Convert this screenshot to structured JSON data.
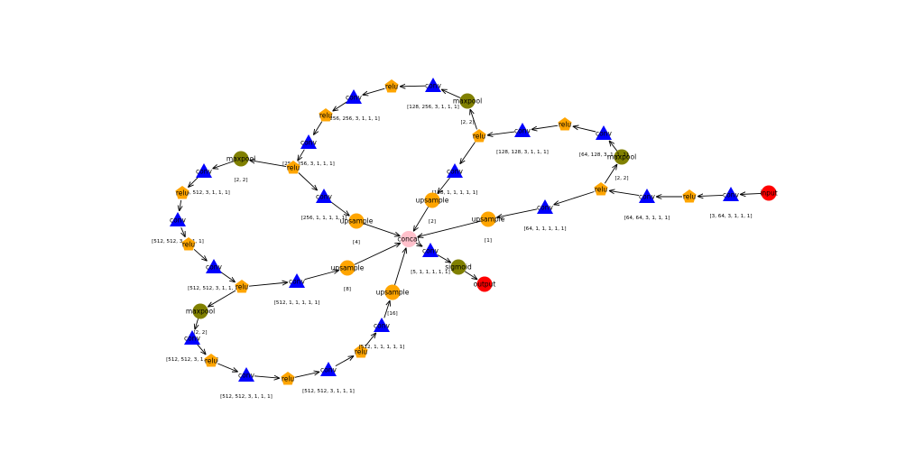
{
  "colors": {
    "input": "#ff0000",
    "output": "#ff0000",
    "conv": "#0000ff",
    "relu": "#ffa500",
    "maxpool": "#808000",
    "upsample": "#ffa500",
    "concat": "#ffc0cb",
    "sigmoid": "#808000"
  },
  "nodes": [
    {
      "id": "input",
      "type": "input",
      "label": "input",
      "sub": ""
    },
    {
      "id": "c1",
      "type": "conv",
      "label": "conv",
      "sub": "[3, 64, 3, 1, 1, 1]"
    },
    {
      "id": "r1",
      "type": "relu",
      "label": "relu",
      "sub": ""
    },
    {
      "id": "c2",
      "type": "conv",
      "label": "conv",
      "sub": "[64, 64, 3, 1, 1, 1]"
    },
    {
      "id": "r2",
      "type": "relu",
      "label": "relu",
      "sub": ""
    },
    {
      "id": "mp1",
      "type": "maxpool",
      "label": "maxpool",
      "sub": "[2, 2]"
    },
    {
      "id": "c3",
      "type": "conv",
      "label": "conv",
      "sub": "[64, 128, 3, 1, 1, 1]"
    },
    {
      "id": "r3",
      "type": "relu",
      "label": "relu",
      "sub": ""
    },
    {
      "id": "c4",
      "type": "conv",
      "label": "conv",
      "sub": "[128, 128, 3, 1, 1, 1]"
    },
    {
      "id": "r4",
      "type": "relu",
      "label": "relu",
      "sub": ""
    },
    {
      "id": "mp2",
      "type": "maxpool",
      "label": "maxpool",
      "sub": "[2, 2]"
    },
    {
      "id": "c5",
      "type": "conv",
      "label": "conv",
      "sub": "[128, 256, 3, 1, 1, 1]"
    },
    {
      "id": "r5",
      "type": "relu",
      "label": "relu",
      "sub": ""
    },
    {
      "id": "c6",
      "type": "conv",
      "label": "conv",
      "sub": "[256, 256, 3, 1, 1, 1]"
    },
    {
      "id": "r6",
      "type": "relu",
      "label": "relu",
      "sub": ""
    },
    {
      "id": "c7",
      "type": "conv",
      "label": "conv",
      "sub": "[256, 256, 3, 1, 1, 1]"
    },
    {
      "id": "r7",
      "type": "relu",
      "label": "relu",
      "sub": ""
    },
    {
      "id": "mp3",
      "type": "maxpool",
      "label": "maxpool",
      "sub": "[2, 2]"
    },
    {
      "id": "c8",
      "type": "conv",
      "label": "conv",
      "sub": "[256, 512, 3, 1, 1, 1]"
    },
    {
      "id": "r8",
      "type": "relu",
      "label": "relu",
      "sub": ""
    },
    {
      "id": "c9",
      "type": "conv",
      "label": "conv",
      "sub": "[512, 512, 3, 1, 1, 1]"
    },
    {
      "id": "r9",
      "type": "relu",
      "label": "relu",
      "sub": ""
    },
    {
      "id": "c10",
      "type": "conv",
      "label": "conv",
      "sub": "[512, 512, 3, 1, 1, 1]"
    },
    {
      "id": "r10",
      "type": "relu",
      "label": "relu",
      "sub": ""
    },
    {
      "id": "mp4",
      "type": "maxpool",
      "label": "maxpool",
      "sub": "[2, 2]"
    },
    {
      "id": "c11",
      "type": "conv",
      "label": "conv",
      "sub": "[512, 512, 3, 1, 1, 1]"
    },
    {
      "id": "r11",
      "type": "relu",
      "label": "relu",
      "sub": ""
    },
    {
      "id": "c12",
      "type": "conv",
      "label": "conv",
      "sub": "[512, 512, 3, 1, 1, 1]"
    },
    {
      "id": "r12",
      "type": "relu",
      "label": "relu",
      "sub": ""
    },
    {
      "id": "c13",
      "type": "conv",
      "label": "conv",
      "sub": "[512, 512, 3, 1, 1, 1]"
    },
    {
      "id": "r13",
      "type": "relu",
      "label": "relu",
      "sub": ""
    },
    {
      "id": "cs1",
      "type": "conv",
      "label": "conv",
      "sub": "[64, 1, 1, 1, 1, 1]"
    },
    {
      "id": "up1",
      "type": "upsample",
      "label": "upsample",
      "sub": "[1]"
    },
    {
      "id": "cs2",
      "type": "conv",
      "label": "conv",
      "sub": "[128, 1, 1, 1, 1, 1]"
    },
    {
      "id": "up2",
      "type": "upsample",
      "label": "upsample",
      "sub": "[2]"
    },
    {
      "id": "cs3",
      "type": "conv",
      "label": "conv",
      "sub": "[256, 1, 1, 1, 1, 1]"
    },
    {
      "id": "up3",
      "type": "upsample",
      "label": "upsample",
      "sub": "[4]"
    },
    {
      "id": "cs4",
      "type": "conv",
      "label": "conv",
      "sub": "[512, 1, 1, 1, 1, 1]"
    },
    {
      "id": "up4",
      "type": "upsample",
      "label": "upsample",
      "sub": "[8]"
    },
    {
      "id": "cs5",
      "type": "conv",
      "label": "conv",
      "sub": "[512, 1, 1, 1, 1, 1]"
    },
    {
      "id": "up5",
      "type": "upsample",
      "label": "upsample",
      "sub": "[16]"
    },
    {
      "id": "concat",
      "type": "concat",
      "label": "concat",
      "sub": ""
    },
    {
      "id": "cf",
      "type": "conv",
      "label": "conv",
      "sub": "[5, 1, 1, 1, 1, 1]"
    },
    {
      "id": "sig",
      "type": "sigmoid",
      "label": "sigmoid",
      "sub": ""
    },
    {
      "id": "output",
      "type": "output",
      "label": "output",
      "sub": ""
    }
  ],
  "edges": [
    [
      "input",
      "c1"
    ],
    [
      "c1",
      "r1"
    ],
    [
      "r1",
      "c2"
    ],
    [
      "c2",
      "r2"
    ],
    [
      "r2",
      "mp1"
    ],
    [
      "r2",
      "cs1"
    ],
    [
      "mp1",
      "c3"
    ],
    [
      "c3",
      "r3"
    ],
    [
      "r3",
      "c4"
    ],
    [
      "c4",
      "r4"
    ],
    [
      "r4",
      "mp2"
    ],
    [
      "r4",
      "cs2"
    ],
    [
      "mp2",
      "c5"
    ],
    [
      "c5",
      "r5"
    ],
    [
      "r5",
      "c6"
    ],
    [
      "c6",
      "r6"
    ],
    [
      "r6",
      "c7"
    ],
    [
      "c7",
      "r7"
    ],
    [
      "r7",
      "mp3"
    ],
    [
      "r7",
      "cs3"
    ],
    [
      "mp3",
      "c8"
    ],
    [
      "c8",
      "r8"
    ],
    [
      "r8",
      "c9"
    ],
    [
      "c9",
      "r9"
    ],
    [
      "r9",
      "c10"
    ],
    [
      "c10",
      "r10"
    ],
    [
      "r10",
      "mp4"
    ],
    [
      "r10",
      "cs4"
    ],
    [
      "mp4",
      "c11"
    ],
    [
      "c11",
      "r11"
    ],
    [
      "r11",
      "c12"
    ],
    [
      "c12",
      "r12"
    ],
    [
      "r12",
      "c13"
    ],
    [
      "c13",
      "r13"
    ],
    [
      "r13",
      "cs5"
    ],
    [
      "cs1",
      "up1"
    ],
    [
      "cs2",
      "up2"
    ],
    [
      "cs3",
      "up3"
    ],
    [
      "cs4",
      "up4"
    ],
    [
      "cs5",
      "up5"
    ],
    [
      "up1",
      "concat"
    ],
    [
      "up2",
      "concat"
    ],
    [
      "up3",
      "concat"
    ],
    [
      "up4",
      "concat"
    ],
    [
      "up5",
      "concat"
    ],
    [
      "concat",
      "cf"
    ],
    [
      "cf",
      "sig"
    ],
    [
      "sig",
      "output"
    ]
  ]
}
